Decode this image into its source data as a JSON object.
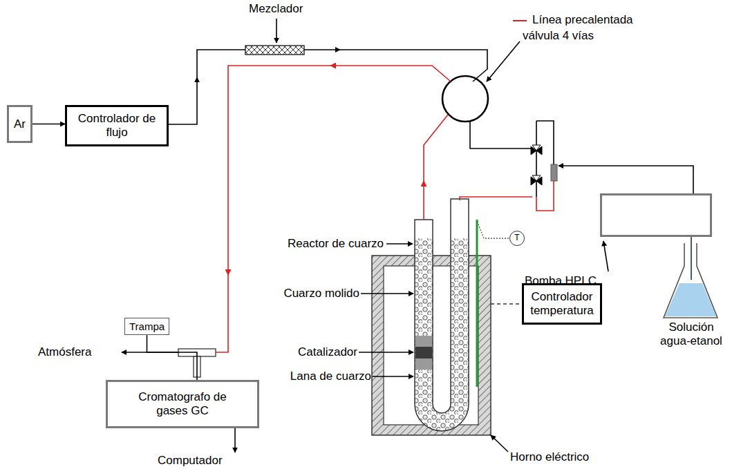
{
  "diagram": {
    "nodes": [
      {
        "text": [
          "Ar"
        ]
      },
      {
        "text": [
          "Controlador de flujo"
        ]
      },
      {
        "text": [
          "Trampa"
        ]
      },
      {
        "text": [
          "Cromatografo de gases GC"
        ]
      },
      {
        "text": [
          "T"
        ]
      },
      {
        "text": [
          "Controlador temperatura"
        ]
      },
      {
        "text": [
          "Bomba HPLC"
        ]
      }
    ],
    "edges": [
      {
        "from": 0,
        "to": 1,
        "arrow": "to"
      },
      {
        "from": 2,
        "to": 3,
        "arrow": "none"
      }
    ],
    "labels": [
      "Mezclador",
      "válvula 4 vías",
      "Reactor de cuarzo",
      "Cuarzo molido",
      "Catalizador",
      "Lana de cuarzo",
      "Atmósfera",
      "Computador",
      "Horno eléctrico",
      "Solución agua-etanol"
    ],
    "legend": [
      {
        "text": "Línea precalentada"
      }
    ]
  }
}
